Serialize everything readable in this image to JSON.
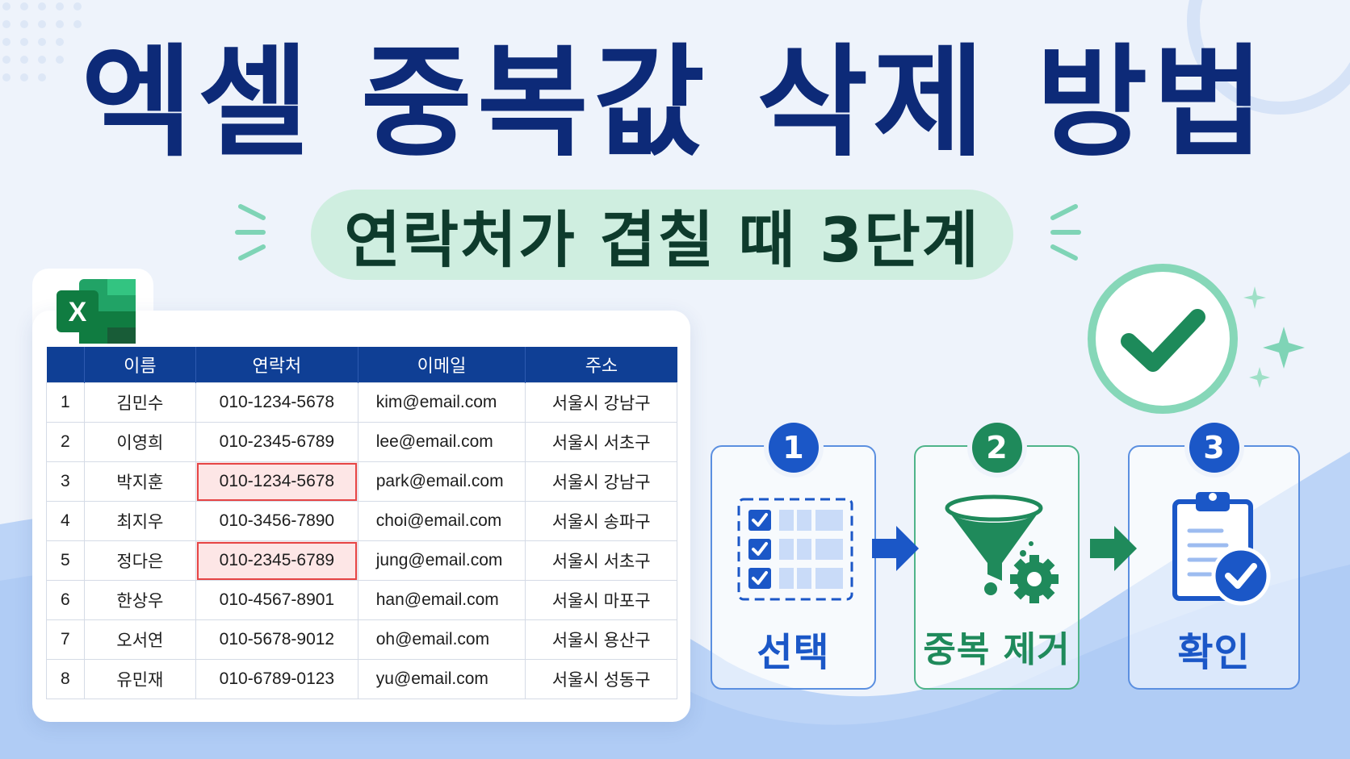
{
  "title": "엑셀 중복값 삭제 방법",
  "subtitle": "연락처가 겹칠 때 3단계",
  "colors": {
    "title": "#0d2a78",
    "table_header": "#0f3f95",
    "duplicate_fill": "#fde6e6",
    "duplicate_border": "#e64545",
    "step_blue": "#1b57c7",
    "step_green": "#1f8a5b"
  },
  "icons": {
    "logo": "excel-logo-icon",
    "step1": "table-select-icon",
    "step2": "funnel-gear-icon",
    "step3": "clipboard-check-icon",
    "done": "check-circle-icon"
  },
  "table": {
    "headers": [
      "",
      "이름",
      "연락처",
      "이메일",
      "주소"
    ],
    "rows": [
      {
        "num": "1",
        "name": "김민수",
        "phone": "010-1234-5678",
        "email": "kim@email.com",
        "address": "서울시 강남구",
        "duplicate": false
      },
      {
        "num": "2",
        "name": "이영희",
        "phone": "010-2345-6789",
        "email": "lee@email.com",
        "address": "서울시 서초구",
        "duplicate": false
      },
      {
        "num": "3",
        "name": "박지훈",
        "phone": "010-1234-5678",
        "email": "park@email.com",
        "address": "서울시 강남구",
        "duplicate": true
      },
      {
        "num": "4",
        "name": "최지우",
        "phone": "010-3456-7890",
        "email": "choi@email.com",
        "address": "서울시 송파구",
        "duplicate": false
      },
      {
        "num": "5",
        "name": "정다은",
        "phone": "010-2345-6789",
        "email": "jung@email.com",
        "address": "서울시 서초구",
        "duplicate": true
      },
      {
        "num": "6",
        "name": "한상우",
        "phone": "010-4567-8901",
        "email": "han@email.com",
        "address": "서울시 마포구",
        "duplicate": false
      },
      {
        "num": "7",
        "name": "오서연",
        "phone": "010-5678-9012",
        "email": "oh@email.com",
        "address": "서울시 용산구",
        "duplicate": false
      },
      {
        "num": "8",
        "name": "유민재",
        "phone": "010-6789-0123",
        "email": "yu@email.com",
        "address": "서울시 성동구",
        "duplicate": false
      }
    ]
  },
  "steps": [
    {
      "number": "1",
      "label": "선택"
    },
    {
      "number": "2",
      "label": "중복 제거"
    },
    {
      "number": "3",
      "label": "확인"
    }
  ]
}
